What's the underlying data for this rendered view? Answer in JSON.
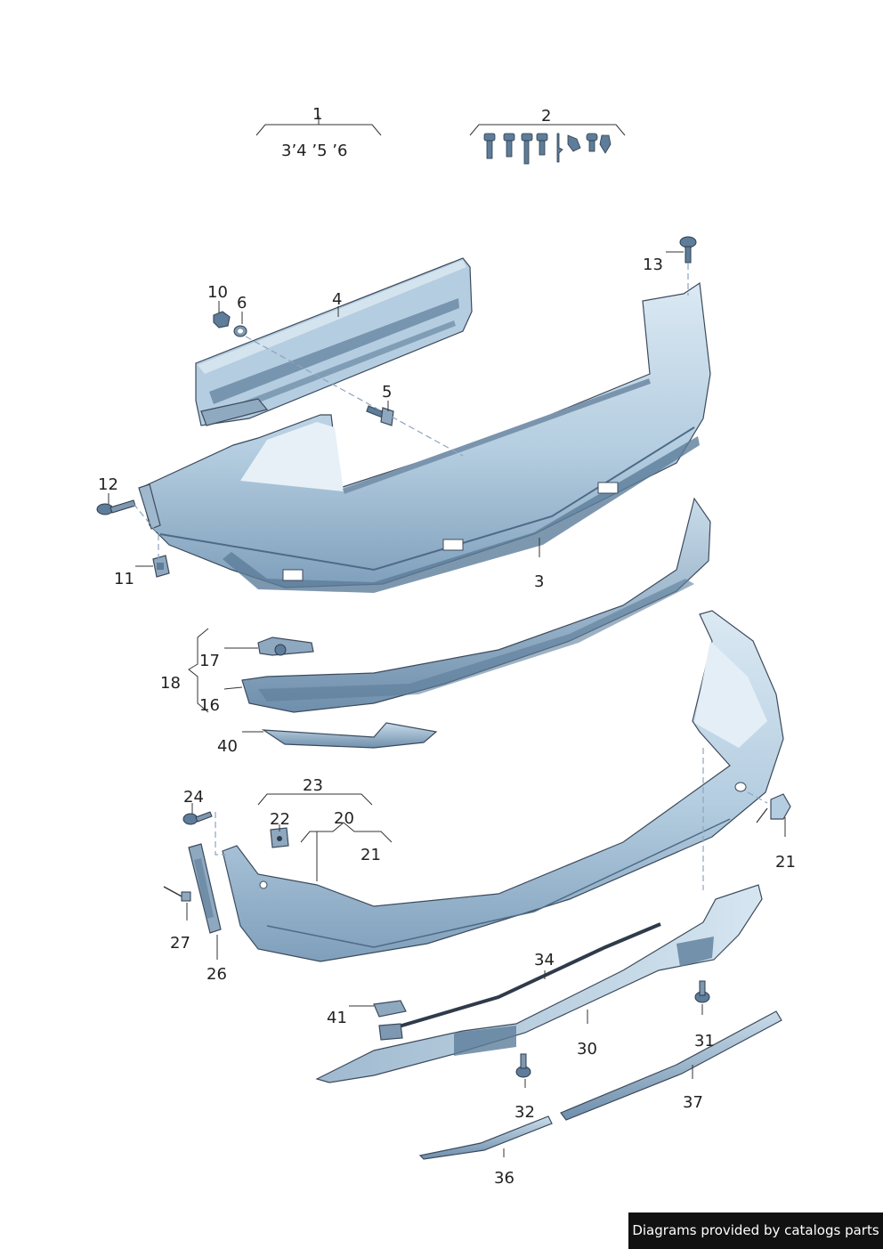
{
  "callouts": {
    "c1": "1",
    "c1_sub": "3’4 ’5 ’6",
    "c2": "2",
    "c3": "3",
    "c4": "4",
    "c5": "5",
    "c6": "6",
    "c10": "10",
    "c11": "11",
    "c12": "12",
    "c13": "13",
    "c16": "16",
    "c17": "17",
    "c18": "18",
    "c20": "20",
    "c21a": "21",
    "c21b": "21",
    "c22": "22",
    "c23": "23",
    "c24": "24",
    "c26": "26",
    "c27": "27",
    "c30": "30",
    "c31": "31",
    "c32": "32",
    "c34": "34",
    "c36": "36",
    "c37": "37",
    "c40": "40",
    "c41": "41"
  },
  "credit": "Diagrams provided by catalogs parts",
  "colors": {
    "part_light": "#cfe1ee",
    "part_mid": "#a9c3d8",
    "part_dark": "#5d7d9a",
    "outline": "#3c4a5c"
  }
}
